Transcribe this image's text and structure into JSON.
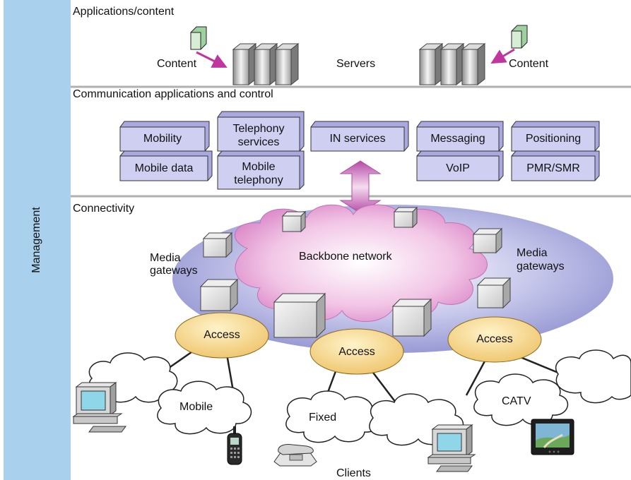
{
  "management_label": "Management",
  "layers": {
    "applications": "Applications/content",
    "communication": "Communication applications and control",
    "connectivity": "Connectivity"
  },
  "applications": {
    "content_left": "Content",
    "servers": "Servers",
    "content_right": "Content"
  },
  "services": {
    "mobility": "Mobility",
    "mobile_data": "Mobile data",
    "telephony_line1": "Telephony",
    "telephony_line2": "services",
    "mobile_tel_line1": "Mobile",
    "mobile_tel_line2": "telephony",
    "in_services": "IN services",
    "messaging": "Messaging",
    "voip": "VoIP",
    "positioning": "Positioning",
    "pmr_smr": "PMR/SMR"
  },
  "connectivity": {
    "backbone": "Backbone network",
    "media_gw_left_1": "Media",
    "media_gw_left_2": "gateways",
    "media_gw_right_1": "Media",
    "media_gw_right_2": "gateways",
    "access_left": "Access",
    "access_center": "Access",
    "access_right": "Access",
    "mobile": "Mobile",
    "fixed": "Fixed",
    "catv": "CATV",
    "clients": "Clients"
  },
  "colors": {
    "management_bar": "#a9d0ec",
    "service_box": "#c8c8ee",
    "backbone_ellipse": "#9c9ed6",
    "backbone_cloud": "#e8a8d8",
    "access": "#f4d68a",
    "content_box": "#bfe2bf",
    "arrow": "#c060b0",
    "divider": "#b0b0b0"
  }
}
